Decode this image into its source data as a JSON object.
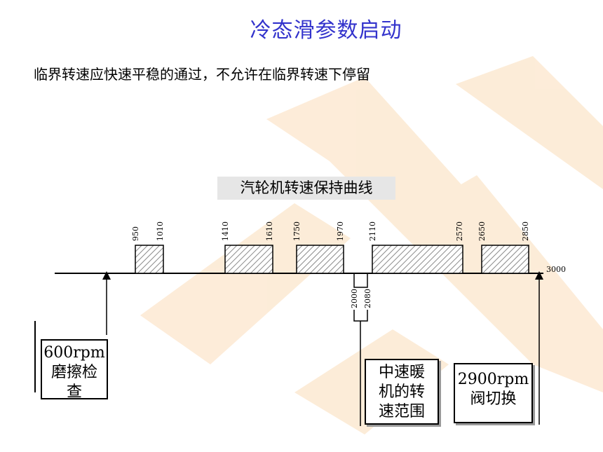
{
  "page": {
    "title": "冷态滑参数启动",
    "subtitle": "临界转速应快速平稳的通过，不允许在临界转速下停留"
  },
  "chart_data": {
    "type": "diagram",
    "title": "汽轮机转速保持曲线",
    "axis_end": "3000",
    "critical_bands": [
      {
        "start": 950,
        "end": 1010
      },
      {
        "start": 1410,
        "end": 1610
      },
      {
        "start": 1750,
        "end": 1970
      },
      {
        "start": 2110,
        "end": 2570
      },
      {
        "start": 2650,
        "end": 2850
      }
    ],
    "warmup_range": {
      "start": 2000,
      "end": 2080
    }
  },
  "callouts": {
    "friction": {
      "line1": "600rpm",
      "line2": "磨擦检",
      "line3": "查"
    },
    "warmup": {
      "line1": "中速暖",
      "line2": "机的转",
      "line3": "速范围"
    },
    "valve": {
      "line1": "2900rpm",
      "line2": "阀切换"
    }
  },
  "colors": {
    "title": "#3333cc",
    "watermark": "#fbe3c4"
  }
}
